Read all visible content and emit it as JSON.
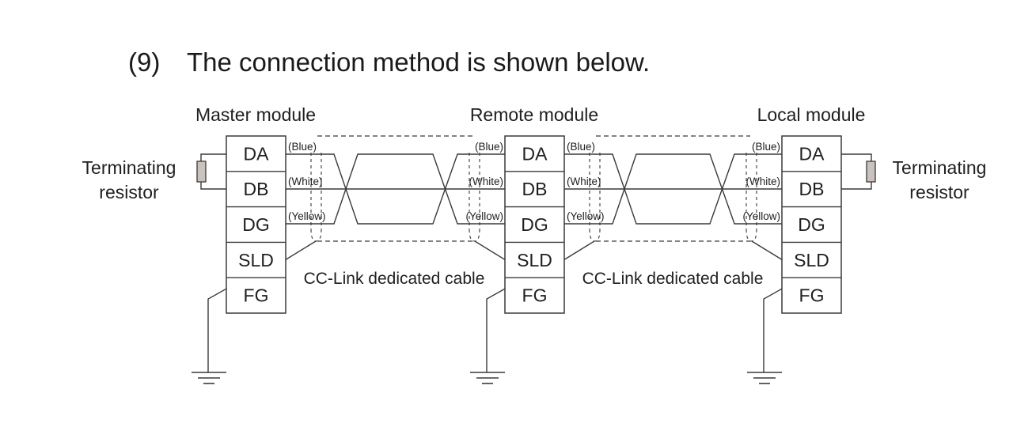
{
  "heading": {
    "number": "(9)",
    "text": "The connection method is shown below."
  },
  "modules": [
    {
      "id": "master",
      "label": "Master module",
      "terminals": [
        "DA",
        "DB",
        "DG",
        "SLD",
        "FG"
      ]
    },
    {
      "id": "remote",
      "label": "Remote module",
      "terminals": [
        "DA",
        "DB",
        "DG",
        "SLD",
        "FG"
      ]
    },
    {
      "id": "local",
      "label": "Local module",
      "terminals": [
        "DA",
        "DB",
        "DG",
        "SLD",
        "FG"
      ]
    }
  ],
  "wire_colors": [
    "(Blue)",
    "(White)",
    "(Yellow)"
  ],
  "cable_label": "CC-Link dedicated cable",
  "terminating_resistor": {
    "line1": "Terminating",
    "line2": "resistor"
  },
  "colors": {
    "line": "#3a3a3a",
    "resistor_fill": "#c9c2bf",
    "text": "#1f1f1f"
  }
}
